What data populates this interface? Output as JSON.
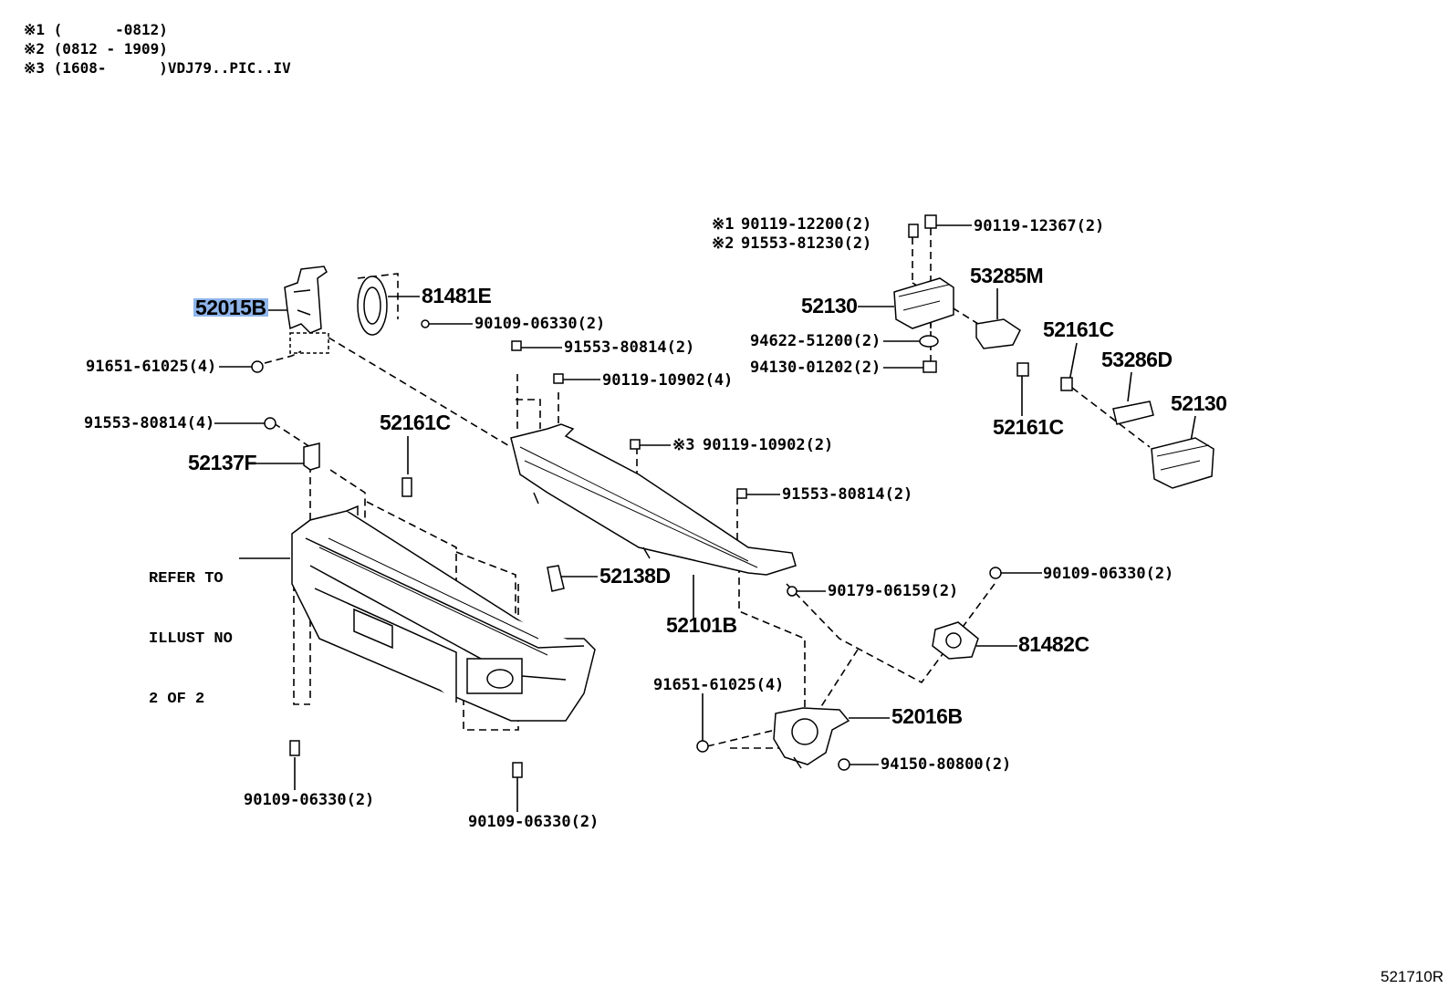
{
  "notes": [
    "※1 (      -0812)",
    "※2 (0812 - 1909)",
    "※3 (1608-      )VDJ79..PIC..IV"
  ],
  "parts": {
    "p52015B": "52015B",
    "p81481E": "81481E",
    "p90109_06330_a": "90109-06330(2)",
    "p91651_61025_a": "91651-61025(4)",
    "p91553_80814_a": "91553-80814(2)",
    "p90119_10902_a": "90119-10902(4)",
    "p91553_80814_b": "91553-80814(4)",
    "p52161C_a": "52161C",
    "p52137F": "52137F",
    "p90119_10902_b": "90119-10902(2)",
    "p91553_80814_c": "91553-80814(2)",
    "p52138D": "52138D",
    "p52101B": "52101B",
    "p90179_06159": "90179-06159(2)",
    "p90109_06330_b": "90109-06330(2)",
    "p81482C": "81482C",
    "p91651_61025_b": "91651-61025(4)",
    "p52016B": "52016B",
    "p94150_80800": "94150-80800(2)",
    "p90109_06330_c": "90109-06330(2)",
    "p90109_06330_d": "90109-06330(2)",
    "p90119_12200": "90119-12200(2)",
    "p91553_81230": "91553-81230(2)",
    "p90119_12367": "90119-12367(2)",
    "p53285M": "53285M",
    "p52130_a": "52130",
    "p94622_51200": "94622-51200(2)",
    "p94130_01202": "94130-01202(2)",
    "p52161C_b": "52161C",
    "p53286D": "53286D",
    "p52130_b": "52130",
    "p52161C_c": "52161C"
  },
  "markers": {
    "m1": "※1",
    "m2": "※2",
    "m3": "※3"
  },
  "refer": [
    "REFER TO",
    "ILLUST NO",
    "2 OF 2"
  ],
  "sheet_id": "521710R",
  "highlight_color": "#8fb5ea"
}
